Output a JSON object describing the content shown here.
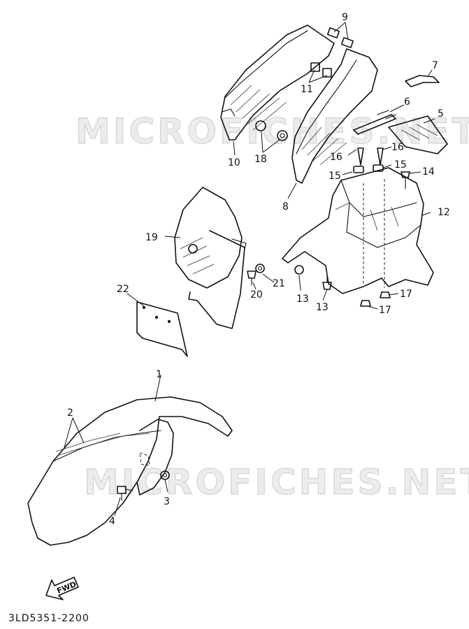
{
  "watermark_text": "MICROFICHES.NET",
  "diagram_code": "3LD5351-2200",
  "fwd_label": "FWD",
  "callouts": {
    "c1": "1",
    "c2": "2",
    "c3": "3",
    "c4": "4",
    "c5": "5",
    "c6": "6",
    "c7": "7",
    "c8": "8",
    "c9": "9",
    "c10": "10",
    "c11": "11",
    "c12": "12",
    "c13a": "13",
    "c13b": "13",
    "c14": "14",
    "c15a": "15",
    "c15b": "15",
    "c16a": "16",
    "c16b": "16",
    "c17a": "17",
    "c17b": "17",
    "c18": "18",
    "c19": "19",
    "c20": "20",
    "c21": "21",
    "c22": "22"
  }
}
